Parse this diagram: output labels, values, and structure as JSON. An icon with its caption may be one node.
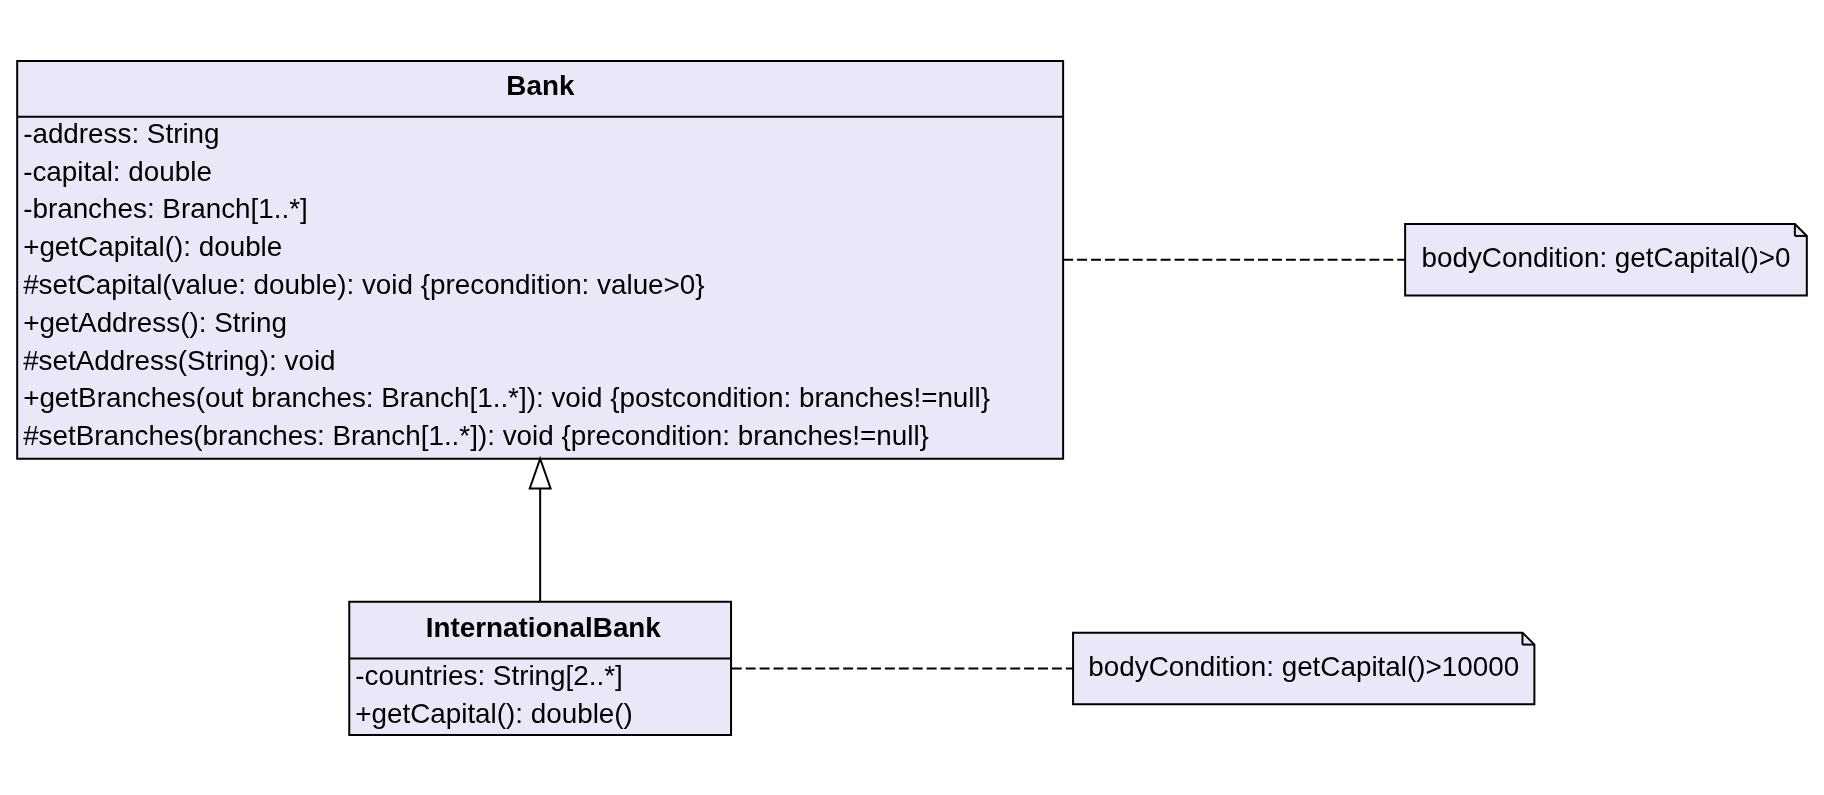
{
  "diagram": {
    "nodes": [
      {
        "text": [
          "Bank",
          "-address: String",
          "-capital: double",
          "-branches: Branch[1..*]",
          "+getCapital(): double",
          "#setCapital(value: double): void {precondition: value>0}",
          "+getAddress(): String",
          "#setAddress(String): void",
          "+getBranches(out branches: Branch[1..*]): void {postcondition: branches!=null}",
          "#setBranches(branches: Branch[1..*]): void {precondition: branches!=null}"
        ]
      },
      {
        "text": [
          "InternationalBank",
          "-countries: String[2..*]",
          "+getCapital(): double()"
        ]
      },
      {
        "text": [
          "bodyCondition: getCapital()>0"
        ]
      },
      {
        "text": [
          "bodyCondition: getCapital()>10000"
        ]
      }
    ],
    "edges": [
      {
        "from": 1,
        "to": 0,
        "arrow": "to"
      },
      {
        "from": 0,
        "to": 2,
        "arrow": "none",
        "style": "dashed"
      },
      {
        "from": 1,
        "to": 3,
        "arrow": "none",
        "style": "dashed"
      }
    ]
  }
}
